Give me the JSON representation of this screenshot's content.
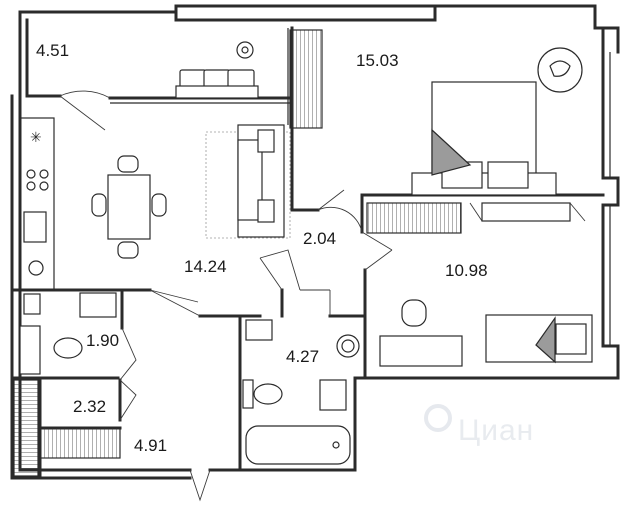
{
  "rooms": [
    {
      "id": "loggia",
      "area": "4.51"
    },
    {
      "id": "bedroom",
      "area": "15.03"
    },
    {
      "id": "living-kitchen",
      "area": "14.24"
    },
    {
      "id": "corridor",
      "area": "2.04"
    },
    {
      "id": "child-room",
      "area": "10.98"
    },
    {
      "id": "toilet",
      "area": "1.90"
    },
    {
      "id": "bathroom",
      "area": "4.27"
    },
    {
      "id": "storage",
      "area": "2.32"
    },
    {
      "id": "hall",
      "area": "4.91"
    }
  ],
  "watermark": {
    "text": "Циан",
    "icon": "cian-logo-icon"
  },
  "colors": {
    "wall": "#2b2b2b",
    "furniture_fill": "#9b9b9b",
    "background": "#ffffff",
    "watermark": "#d6dbe2"
  }
}
